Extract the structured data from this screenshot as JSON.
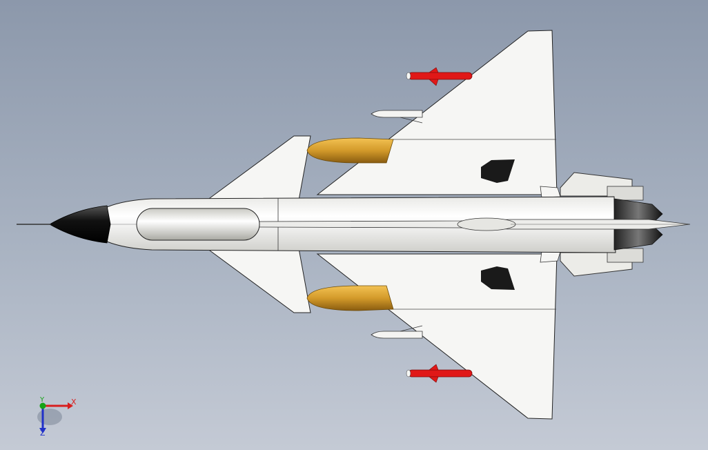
{
  "view": {
    "background_top": "#8c98ab",
    "background_bottom": "#c4cad5"
  },
  "model": {
    "body_color": "#f4f4f2",
    "nose_cone_color": "#111111",
    "fuel_tank_color": "#d39a2a",
    "missile_color": "#e01818",
    "marking_color": "#1a1a1a"
  },
  "triad": {
    "x_label": "X",
    "y_label": "Y",
    "z_label": "Z",
    "x_color": "#d81e1e",
    "y_color": "#16a316",
    "z_color": "#2030c8"
  }
}
